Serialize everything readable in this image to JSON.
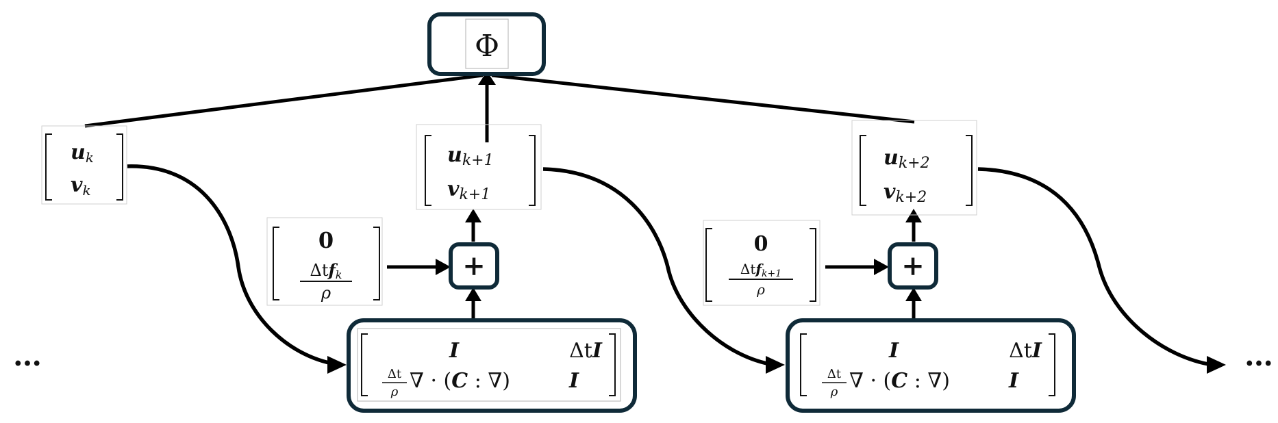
{
  "colors": {
    "box_stroke": "#0f2a38",
    "arrow": "#000000",
    "background": "#ffffff"
  },
  "output_node": {
    "symbol": "Φ"
  },
  "plus_symbol": "+",
  "ellipsis": {
    "left": "…",
    "right": "…"
  },
  "states": [
    {
      "u": "u",
      "v": "v",
      "sub": "k"
    },
    {
      "u": "u",
      "v": "v",
      "sub": "k+1"
    },
    {
      "u": "u",
      "v": "v",
      "sub": "k+2"
    }
  ],
  "forces": [
    {
      "zero": "0",
      "num_delta": "Δt",
      "num_f": "f",
      "f_sub": "k",
      "den": "ρ"
    },
    {
      "zero": "0",
      "num_delta": "Δt",
      "num_f": "f",
      "f_sub": "k+1",
      "den": "ρ"
    }
  ],
  "operator": {
    "I": "I",
    "dt": "Δt",
    "frac_num": "Δt",
    "frac_den": "ρ",
    "grad_div_open": "∇ · (",
    "C": "C",
    "grad_close": " : ∇)"
  }
}
